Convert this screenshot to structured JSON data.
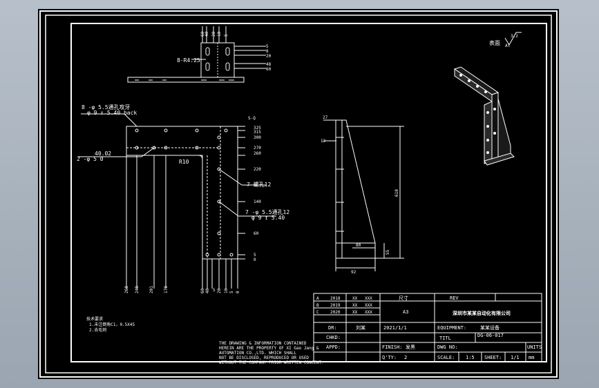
{
  "drawing": {
    "surface_note": "表面",
    "surface_roughness": "3.2",
    "material": "Al",
    "plan_view": {
      "hole_callout": "8-R4.25",
      "top_dims": [
        "60",
        "40",
        "20",
        "10",
        "5"
      ],
      "right_dims": [
        "5",
        "8",
        "20",
        "48",
        "60"
      ]
    },
    "front_view": {
      "callout_top_1": "8 -φ  5.5通孔攻牙",
      "callout_top_2": "φ 9 ↧ 5.40 back",
      "callout_left_1": "40.02",
      "callout_left_2": "2 -φ 5 0",
      "radius_label": "R10",
      "callout_mid_1": "7-螺孔12",
      "callout_mid_2": "7 -φ  5.5通孔12",
      "callout_mid_3": "φ 9 ↧ 5.40",
      "right_dims": [
        "S-Q",
        "325",
        "315",
        "300",
        "270",
        "260",
        "220",
        "140",
        "60",
        "5",
        "0"
      ],
      "bottom_dims": [
        "268",
        "248",
        "201",
        "170",
        "60",
        "40",
        "20",
        "10",
        "5",
        "0"
      ],
      "mark_5": "5"
    },
    "side_view": {
      "dims": [
        "27",
        "12",
        "610",
        "80",
        "92",
        "55"
      ]
    },
    "notes": {
      "title": "技术要求",
      "line1": "1.未注倒角C1，0.5X45",
      "line2": "2.去毛刺"
    },
    "copyright_lines": [
      "THE DRAWING & INFORMATION CONTAINED",
      "HEREIN ARE THE PROPERTY OF XI Gao Jang &",
      "AUTOMATION CO.,LTD. WHICH SHALL",
      "NOT BE DISCLOSED, REPRODUCED OR USED",
      "WITHOUT THE COMPANY PRIOR WRITTEN CONCENT."
    ]
  },
  "title_block": {
    "revisions": [
      [
        "A",
        "2018",
        "XX",
        "XXX"
      ],
      [
        "B",
        "2019",
        "XX",
        "XXX"
      ],
      [
        "C",
        "2020",
        "XX",
        "XXX"
      ]
    ],
    "size_label": "尺寸",
    "size_value": "A3",
    "rev_header": "REV",
    "company": "深圳市某某自动化有限公司",
    "dr_label": "DR:",
    "dr_value": "刘某",
    "date_value": "2021/1/1",
    "equipment_label": "EQUIPMENT:",
    "equipment_value": "某某设备",
    "chkd_label": "CHKD:",
    "title_label": "TITL",
    "title_value": "DG-06-017",
    "appd_label": "APPD:",
    "finish_label": "FINISH:",
    "finish_value": "发黑",
    "dwg_label": "DWG NO:",
    "units_label": "UNITS",
    "qty_label": "Q'TY:",
    "qty_value": "2",
    "scale_label": "SCALE:",
    "scale_value": "1:5",
    "sheet_label": "SHEET:",
    "sheet_value": "1/1",
    "units_value": "mm"
  }
}
